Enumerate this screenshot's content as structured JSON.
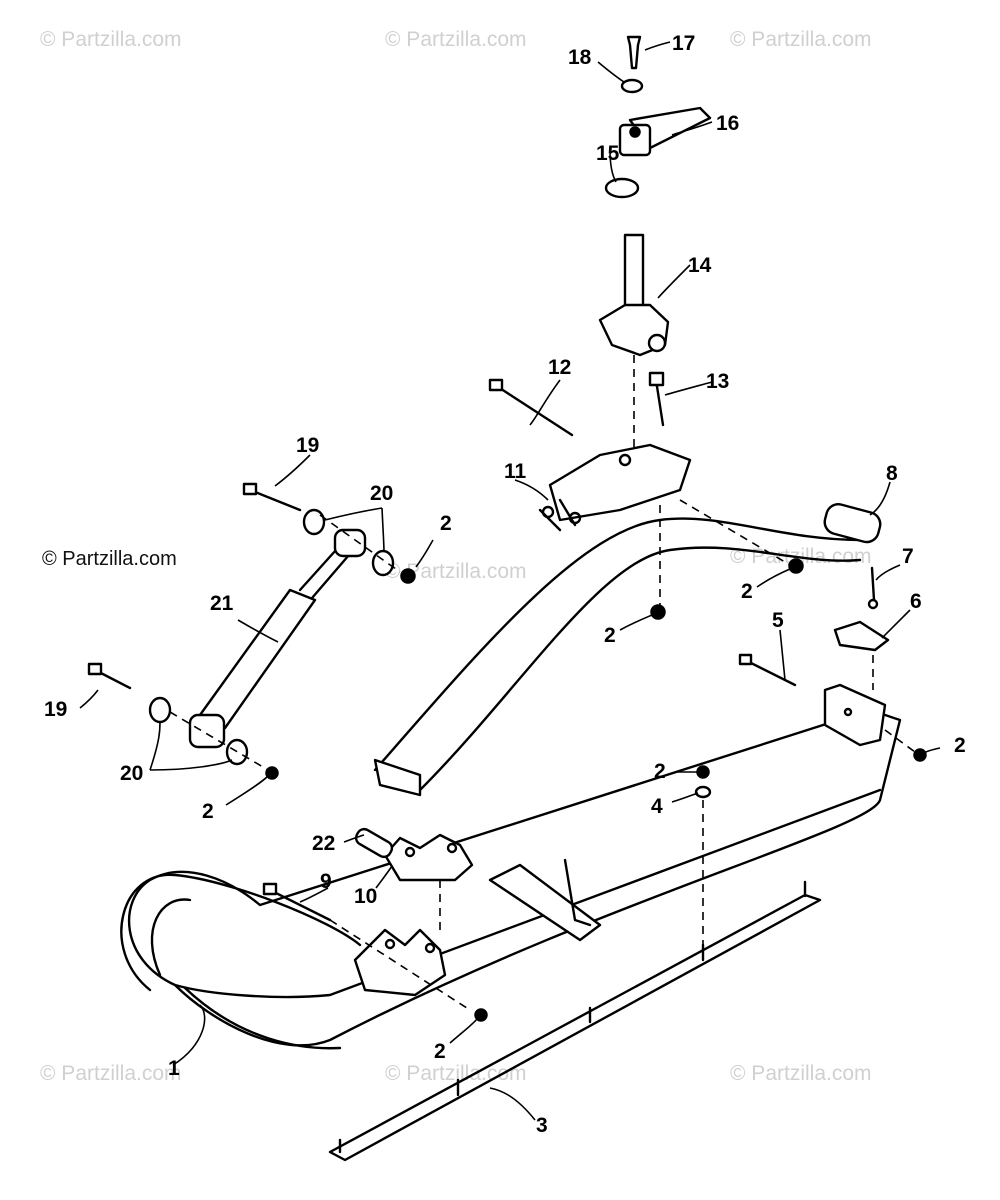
{
  "watermarks": [
    "© Partzilla.com",
    "© Partzilla.com",
    "© Partzilla.com",
    "© Partzilla.com",
    "© Partzilla.com",
    "© Partzilla.com",
    "© Partzilla.com",
    "© Partzilla.com"
  ],
  "watermark_side": "© Partzilla.com",
  "callouts": {
    "c1": "1",
    "c2a": "2",
    "c2b": "2",
    "c2c": "2",
    "c2d": "2",
    "c2e": "2",
    "c2f": "2",
    "c2g": "2",
    "c3": "3",
    "c4": "4",
    "c5": "5",
    "c6": "6",
    "c7": "7",
    "c8": "8",
    "c9": "9",
    "c10": "10",
    "c11": "11",
    "c12": "12",
    "c13": "13",
    "c14": "14",
    "c15": "15",
    "c16": "16",
    "c17": "17",
    "c18": "18",
    "c19a": "19",
    "c19b": "19",
    "c20a": "20",
    "c20b": "20",
    "c21": "21",
    "c22": "22"
  }
}
